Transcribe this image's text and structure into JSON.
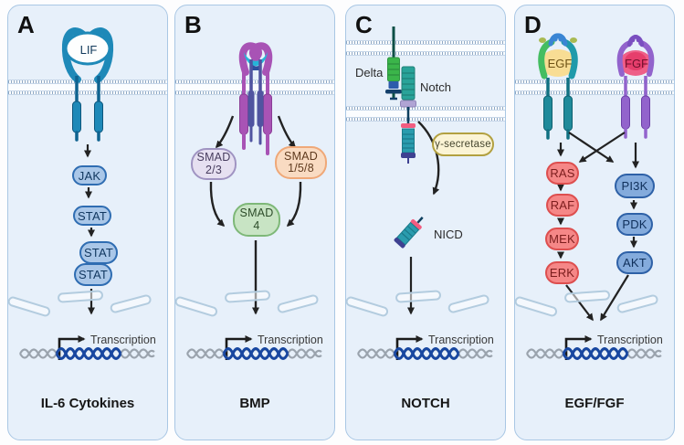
{
  "panels": [
    {
      "letter": "A",
      "title": "IL-6 Cytokines",
      "transcription": "Transcription",
      "ligand": "LIF",
      "nodes": {
        "jak": "JAK",
        "stat": "STAT",
        "stat_dimer_top": "STAT",
        "stat_dimer_bottom": "STAT"
      }
    },
    {
      "letter": "B",
      "title": "BMP",
      "transcription": "Transcription",
      "nodes": {
        "smad23": "SMAD\n2/3",
        "smad158": "SMAD\n1/5/8",
        "smad4": "SMAD\n4"
      }
    },
    {
      "letter": "C",
      "title": "NOTCH",
      "transcription": "Transcription",
      "labels": {
        "delta": "Delta",
        "notch": "Notch",
        "gamma_secretase": "γ-secretase",
        "nicd": "NICD"
      }
    },
    {
      "letter": "D",
      "title": "EGF/FGF",
      "transcription": "Transcription",
      "ligands": {
        "egf": "EGF",
        "fgf": "FGF"
      },
      "nodes": {
        "ras": "RAS",
        "raf": "RAF",
        "mek": "MEK",
        "erk": "ERK",
        "pi3k": "PI3K",
        "pdk": "PDK",
        "akt": "AKT"
      }
    }
  ],
  "colors": {
    "panel_bg": "#e7f0fa",
    "panel_border": "#a9c7e4",
    "membrane_ticks": "#8fa8c4",
    "teal_receptor": "#1e89b8",
    "purple_receptor": "#a853b5",
    "indigo_receptor": "#5054a0",
    "notch_teal": "#29a399",
    "delta_green": "#3bb54a",
    "nicd_pink": "#f25c80",
    "egfr_green": "#44bd61",
    "egfr_teal": "#1f9aaa",
    "egf_yellow": "#f8dd94",
    "fgfr_purple": "#9263cc",
    "fgf_pink": "#ee5f88",
    "blue_node": "#aac7e8",
    "lavender_node": "#e6e0f1",
    "peach_node": "#f9dbc2",
    "green_node": "#c8e4c4",
    "red_node": "#f58787",
    "darkblue_node": "#84abdc",
    "gamma_secretase_bg": "#fbf4d5",
    "dna_blue": "#1847a0",
    "dna_grey": "#9aa3ad",
    "arrow": "#222222"
  }
}
